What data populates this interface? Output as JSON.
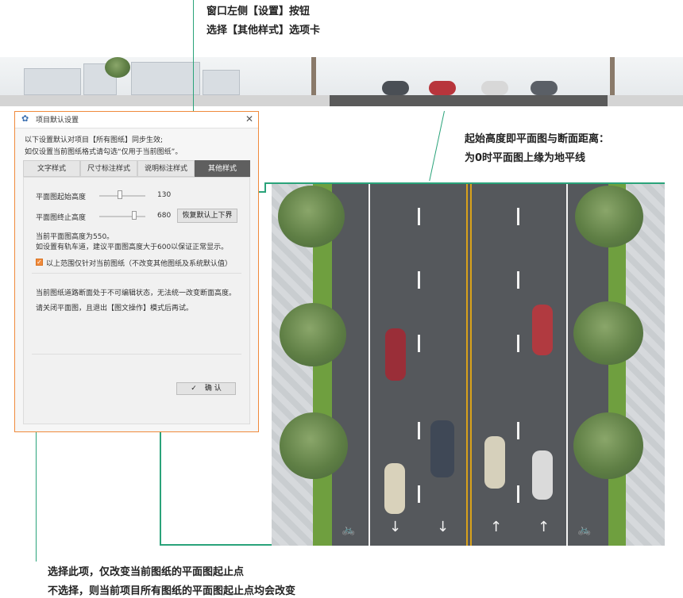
{
  "annotations": {
    "top": [
      "窗口左侧【设置】按钮",
      "选择【其他样式】选项卡"
    ],
    "right": [
      "起始高度即平面图与断面距离：",
      "为0时平面图上缘为地平线"
    ],
    "bottom": [
      "选择此项，仅改变当前图纸的平面图起止点",
      "不选择，则当前项目所有图纸的平面图起止点均会改变"
    ]
  },
  "dialog": {
    "title": "项目默认设置",
    "close_glyph": "✕",
    "gear_glyph": "✿",
    "info": [
      "以下设置默认对项目【所有图纸】同步生效;",
      "如仅设置当前图纸格式请勾选“仅用于当前图纸”。"
    ],
    "tabs": [
      {
        "label": "文字样式",
        "active": false
      },
      {
        "label": "尺寸标注样式",
        "active": false
      },
      {
        "label": "说明标注样式",
        "active": false
      },
      {
        "label": "其他样式",
        "active": true
      }
    ],
    "start_height": {
      "label": "平面图起始高度",
      "value": "130",
      "slider_fraction": 0.45
    },
    "end_height": {
      "label": "平面图终止高度",
      "value": "680",
      "slider_fraction": 0.75
    },
    "reset_button": "恢复默认上下界",
    "hint": [
      "当前平面图高度为550。",
      "如设置有轨车道，建议平面图高度大于600以保证正常显示。"
    ],
    "checkbox": {
      "label": "以上范围仅针对当前图纸（不改变其他图纸及系统默认值）",
      "checked": true,
      "mark": "✓"
    },
    "warning": [
      "当前图纸道路断面处于不可编辑状态，无法统一改变断面高度。",
      "请关闭平面图，且退出【图文操作】模式后再试。"
    ],
    "confirm_button": {
      "icon": "✓",
      "label": "确  认"
    }
  },
  "plan": {
    "arrows": [
      "↓",
      "↓",
      "↑",
      "↑"
    ],
    "bike_glyph": "🚲"
  },
  "colors": {
    "accent": "#2aa37a",
    "dialog_border": "#f08a3c",
    "active_tab": "#5f5f5f"
  }
}
